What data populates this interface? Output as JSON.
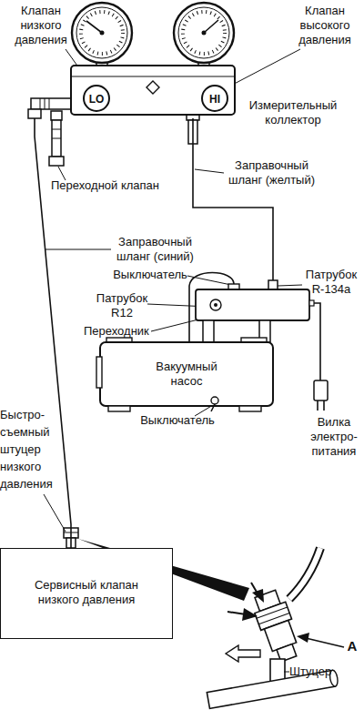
{
  "diagram": {
    "nodes": [
      {
        "text": [
          "Измерительный коллектор"
        ]
      },
      {
        "text": [
          "LO"
        ],
        "in": 0
      },
      {
        "text": [
          "HI"
        ],
        "in": 0
      },
      {
        "text": [
          "Вакуумный насос"
        ]
      },
      {
        "text": [
          "Сервисный клапан низкого давления"
        ]
      }
    ],
    "edges": [
      {
        "from": 0,
        "to": 3,
        "label": "Заправочный шланг (желтый)",
        "arrow": "none"
      },
      {
        "from": 0,
        "to": 4,
        "label": "Заправочный шланг (синий)",
        "arrow": "none"
      }
    ],
    "labels": [
      "Клапан низкого давления",
      "Клапан высокого давления",
      "Переходной клапан",
      "Выключатель",
      "Патрубок R-134a",
      "Патрубок R12",
      "Переходник",
      "Быстро-съемный штуцер низкого давления",
      "Выключатель",
      "Вилка электро-питания",
      "A",
      "Штуцер"
    ]
  }
}
